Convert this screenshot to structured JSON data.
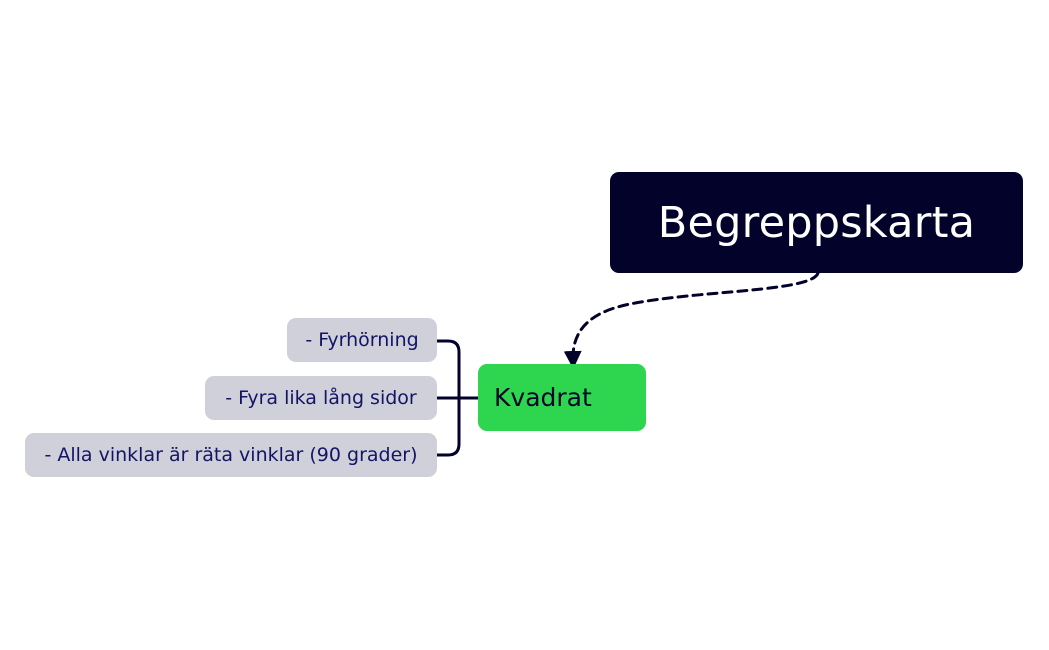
{
  "diagram": {
    "root": {
      "label": "Begreppskarta",
      "background_color": "#02022a",
      "text_color": "#ffffff"
    },
    "main_topic": {
      "label": "Kvadrat",
      "background_color": "#2ed64f",
      "text_color": "#05052c"
    },
    "subtopics": [
      {
        "label": "- Fyrhörning"
      },
      {
        "label": "- Fyra lika lång sidor"
      },
      {
        "label": "- Alla vinklar är räta vinklar (90 grader)"
      }
    ],
    "subtopic_background_color": "#cfd0d9",
    "subtopic_text_color": "#141466",
    "connector_color": "#02022a"
  }
}
